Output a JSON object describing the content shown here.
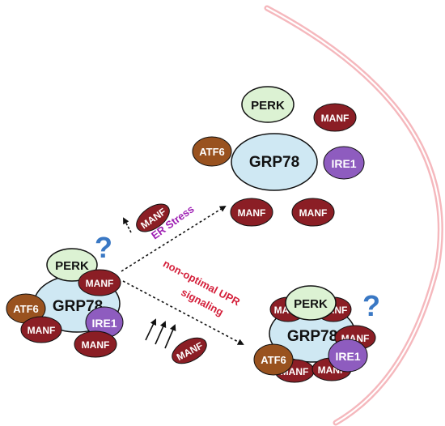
{
  "colors": {
    "membrane": "#f5b8bd",
    "grp78_fill": "#cfe8f3",
    "perk_fill": "#dcf2d3",
    "manf_fill": "#8b1e25",
    "atf6_fill": "#99521f",
    "ire1_fill": "#8e5cbf",
    "question": "#3a78c4",
    "er_stress_text": "#9e1fb3",
    "nonoptimal_text": "#d41f3a"
  },
  "labels": {
    "grp78": "GRP78",
    "perk": "PERK",
    "manf": "MANF",
    "atf6": "ATF6",
    "ire1": "IRE1",
    "question_mark": "?",
    "er_stress": "ER Stress",
    "nonoptimal_line1": "non-optimal UPR",
    "nonoptimal_line2": "signaling"
  }
}
